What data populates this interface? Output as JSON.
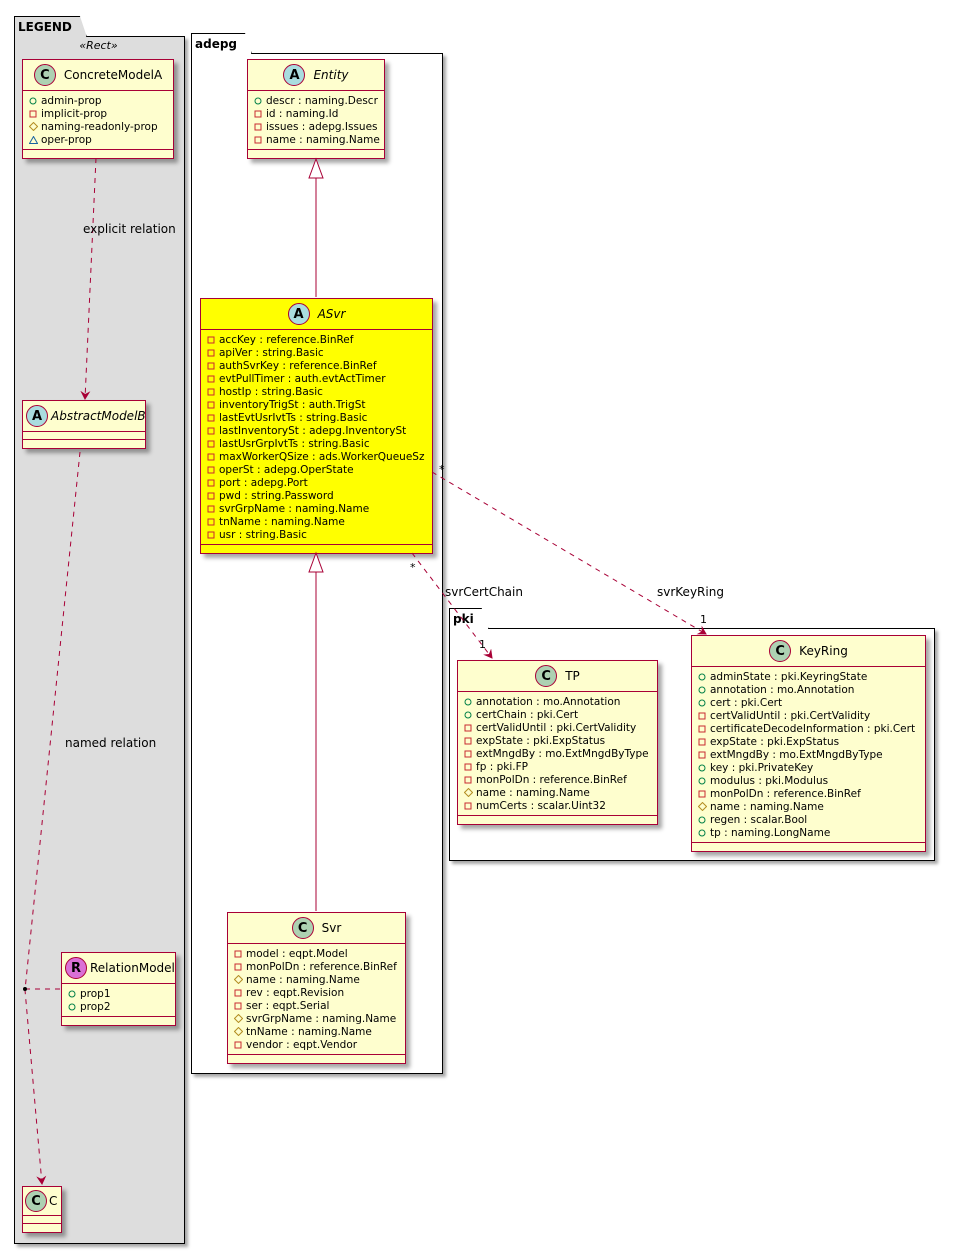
{
  "legend": {
    "package_name": "LEGEND",
    "stereotype": "«Rect»",
    "concrete": {
      "kind": "C",
      "name": "ConcreteModelA",
      "attrs": [
        {
          "vis": "public",
          "text": "admin-prop"
        },
        {
          "vis": "private",
          "text": "implicit-prop"
        },
        {
          "vis": "protected",
          "text": "naming-readonly-prop"
        },
        {
          "vis": "package",
          "text": "oper-prop"
        }
      ]
    },
    "abstract": {
      "kind": "A",
      "name": "AbstractModelB"
    },
    "relation": {
      "kind": "R",
      "name": "RelationModel",
      "attrs": [
        {
          "vis": "public",
          "text": "prop1"
        },
        {
          "vis": "public",
          "text": "prop2"
        }
      ]
    },
    "target": {
      "kind": "C",
      "name": "C"
    },
    "explicit_relation_label": "explicit relation",
    "named_relation_label": "named relation"
  },
  "adepg": {
    "package_name": "adepg",
    "entity": {
      "kind": "A",
      "name": "Entity",
      "attrs": [
        {
          "vis": "public",
          "text": "descr : naming.Descr"
        },
        {
          "vis": "private",
          "text": "id : naming.Id"
        },
        {
          "vis": "private",
          "text": "issues : adepg.Issues"
        },
        {
          "vis": "private",
          "text": "name : naming.Name"
        }
      ]
    },
    "asvr": {
      "kind": "A",
      "name": "ASvr",
      "highlight_color": "#FFFF00",
      "attrs": [
        {
          "vis": "private",
          "text": "accKey : reference.BinRef"
        },
        {
          "vis": "private",
          "text": "apiVer : string.Basic"
        },
        {
          "vis": "private",
          "text": "authSvrKey : reference.BinRef"
        },
        {
          "vis": "private",
          "text": "evtPullTimer : auth.evtActTimer"
        },
        {
          "vis": "private",
          "text": "hostIp : string.Basic"
        },
        {
          "vis": "private",
          "text": "inventoryTrigSt : auth.TrigSt"
        },
        {
          "vis": "private",
          "text": "lastEvtUsrIvtTs : string.Basic"
        },
        {
          "vis": "private",
          "text": "lastInventorySt : adepg.InventorySt"
        },
        {
          "vis": "private",
          "text": "lastUsrGrpIvtTs : string.Basic"
        },
        {
          "vis": "private",
          "text": "maxWorkerQSize : ads.WorkerQueueSz"
        },
        {
          "vis": "private",
          "text": "operSt : adepg.OperState"
        },
        {
          "vis": "private",
          "text": "port : adepg.Port"
        },
        {
          "vis": "private",
          "text": "pwd : string.Password"
        },
        {
          "vis": "private",
          "text": "svrGrpName : naming.Name"
        },
        {
          "vis": "private",
          "text": "tnName : naming.Name"
        },
        {
          "vis": "private",
          "text": "usr : string.Basic"
        }
      ]
    },
    "svr": {
      "kind": "C",
      "name": "Svr",
      "attrs": [
        {
          "vis": "private",
          "text": "model : eqpt.Model"
        },
        {
          "vis": "private",
          "text": "monPolDn : reference.BinRef"
        },
        {
          "vis": "protected",
          "text": "name : naming.Name"
        },
        {
          "vis": "private",
          "text": "rev : eqpt.Revision"
        },
        {
          "vis": "private",
          "text": "ser : eqpt.Serial"
        },
        {
          "vis": "protected",
          "text": "svrGrpName : naming.Name"
        },
        {
          "vis": "protected",
          "text": "tnName : naming.Name"
        },
        {
          "vis": "private",
          "text": "vendor : eqpt.Vendor"
        }
      ]
    }
  },
  "pki": {
    "package_name": "pki",
    "tp": {
      "kind": "C",
      "name": "TP",
      "attrs": [
        {
          "vis": "public",
          "text": "annotation : mo.Annotation"
        },
        {
          "vis": "public",
          "text": "certChain : pki.Cert"
        },
        {
          "vis": "private",
          "text": "certValidUntil : pki.CertValidity"
        },
        {
          "vis": "private",
          "text": "expState : pki.ExpStatus"
        },
        {
          "vis": "private",
          "text": "extMngdBy : mo.ExtMngdByType"
        },
        {
          "vis": "private",
          "text": "fp : pki.FP"
        },
        {
          "vis": "private",
          "text": "monPolDn : reference.BinRef"
        },
        {
          "vis": "protected",
          "text": "name : naming.Name"
        },
        {
          "vis": "private",
          "text": "numCerts : scalar.Uint32"
        }
      ]
    },
    "keyring": {
      "kind": "C",
      "name": "KeyRing",
      "attrs": [
        {
          "vis": "public",
          "text": "adminState : pki.KeyringState"
        },
        {
          "vis": "public",
          "text": "annotation : mo.Annotation"
        },
        {
          "vis": "public",
          "text": "cert : pki.Cert"
        },
        {
          "vis": "private",
          "text": "certValidUntil : pki.CertValidity"
        },
        {
          "vis": "private",
          "text": "certificateDecodeInformation : pki.Cert"
        },
        {
          "vis": "private",
          "text": "expState : pki.ExpStatus"
        },
        {
          "vis": "private",
          "text": "extMngdBy : mo.ExtMngdByType"
        },
        {
          "vis": "public",
          "text": "key : pki.PrivateKey"
        },
        {
          "vis": "public",
          "text": "modulus : pki.Modulus"
        },
        {
          "vis": "private",
          "text": "monPolDn : reference.BinRef"
        },
        {
          "vis": "protected",
          "text": "name : naming.Name"
        },
        {
          "vis": "public",
          "text": "regen : scalar.Bool"
        },
        {
          "vis": "public",
          "text": "tp : naming.LongName"
        }
      ]
    }
  },
  "relations": {
    "svrCertChain": {
      "label": "svrCertChain",
      "from_mult": "*",
      "to_mult": "1"
    },
    "svrKeyRing": {
      "label": "svrKeyRing",
      "from_mult": "*",
      "to_mult": "1"
    }
  },
  "colors": {
    "class_fill": "#FEFECE",
    "class_border": "#A80036",
    "highlight": "#FFFF00",
    "legend_bg": "#DDDDDD",
    "public": "#038048",
    "private": "#C82930",
    "protected": "#B38D22",
    "package": "#1963A0"
  }
}
